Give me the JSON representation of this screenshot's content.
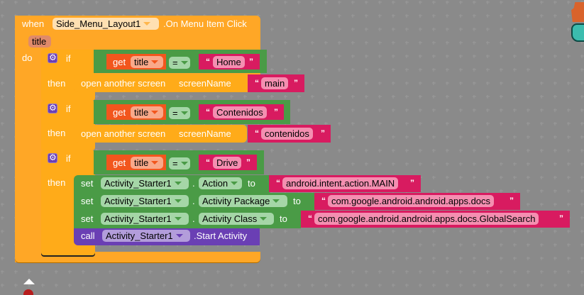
{
  "event": {
    "when": "when",
    "component": "Side_Menu_Layout1",
    "event_name": ".On Menu Item Click",
    "param": "title",
    "do": "do"
  },
  "if_blocks": [
    {
      "if": "if",
      "then": "then",
      "get": "get",
      "var": "title",
      "op": "=",
      "compare": "Home",
      "action": "open another screen",
      "arg_label": "screenName",
      "arg_value": "main"
    },
    {
      "if": "if",
      "then": "then",
      "get": "get",
      "var": "title",
      "op": "=",
      "compare": "Contenidos",
      "action": "open another screen",
      "arg_label": "screenName",
      "arg_value": "contenidos"
    },
    {
      "if": "if",
      "then": "then",
      "get": "get",
      "var": "title",
      "op": "=",
      "compare": "Drive",
      "sets": [
        {
          "set": "set",
          "component": "Activity_Starter1",
          "property": "Action",
          "to": "to",
          "value": "android.intent.action.MAIN"
        },
        {
          "set": "set",
          "component": "Activity_Starter1",
          "property": "Activity Package",
          "to": "to",
          "value": "com.google.android.android.apps.docs"
        },
        {
          "set": "set",
          "component": "Activity_Starter1",
          "property": "Activity Class",
          "to": "to",
          "value": "com.google.android.android.apps.docs.GlobalSearch"
        }
      ],
      "call": {
        "call": "call",
        "component": "Activity_Starter1",
        "method": ".Start Activity"
      }
    }
  ],
  "dot": ".",
  "quote_open": "“",
  "quote_close": "”",
  "colors": {
    "event": "#ffa726",
    "control": "#ffab19",
    "logic": "#4a9b46",
    "variable": "#f2561d",
    "text": "#d81b60",
    "procedure": "#6a3fb4"
  }
}
